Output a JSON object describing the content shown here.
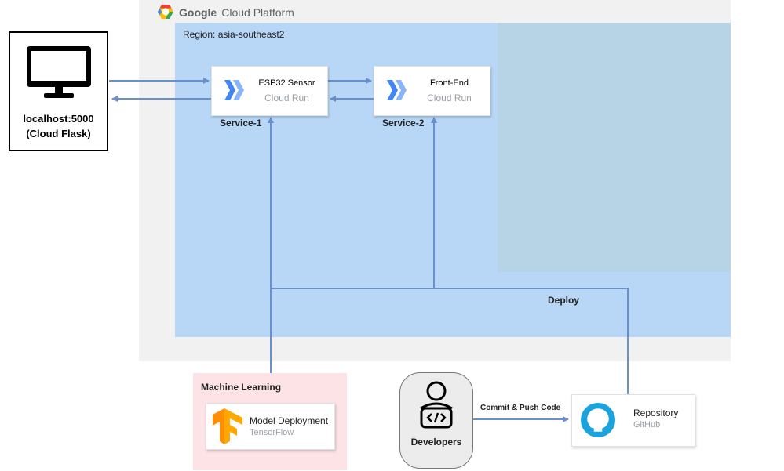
{
  "platform": {
    "brand": "Google",
    "product": "Cloud Platform"
  },
  "region": {
    "label": "Region: asia-southeast2"
  },
  "client": {
    "line1": "localhost:5000",
    "line2": "(Cloud Flask)"
  },
  "services": [
    {
      "name": "ESP32 Sensor",
      "type": "Cloud Run",
      "label": "Service-1"
    },
    {
      "name": "Front-End",
      "type": "Cloud Run",
      "label": "Service-2"
    }
  ],
  "deploy_label": "Deploy",
  "machine_learning": {
    "label": "Machine Learning",
    "card_title": "Model Deployment",
    "card_sub": "TensorFlow"
  },
  "developers": {
    "label": "Developers"
  },
  "commit_label": "Commit & Push Code",
  "repository": {
    "title": "Repository",
    "sub": "GitHub"
  },
  "colors": {
    "region": "#b8d6f6",
    "connector": "#6a8fcf",
    "cloud_run": "#4285f4",
    "ml_panel": "#fde3e6",
    "github": "#1aa3dc",
    "tensorflow": "#ff8f00"
  }
}
